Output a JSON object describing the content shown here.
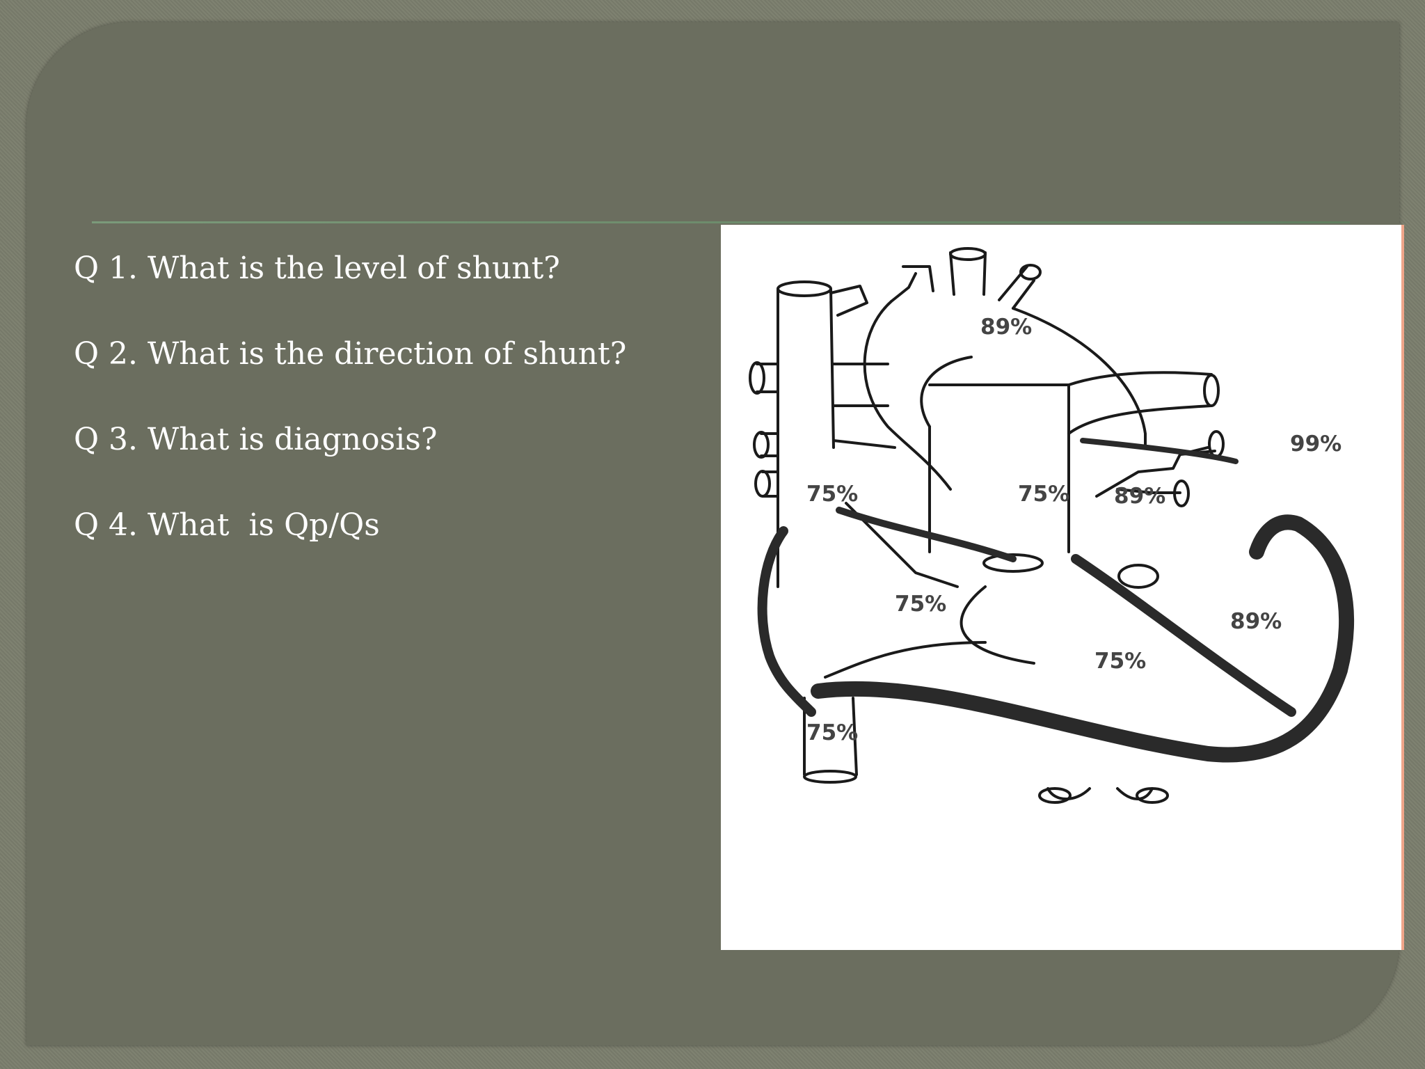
{
  "questions": [
    "Q 1. What is the level of shunt?",
    "Q 2. What is the direction of shunt?",
    "Q 3. What is diagnosis?",
    "Q 4. What  is Qp/Qs"
  ],
  "diagram": {
    "labels": {
      "aorta": "89%",
      "pulmonary_vein": "99%",
      "svc": "75%",
      "pulmonary_artery": "75%",
      "left_atrium": "89%",
      "right_atrium": "75%",
      "left_ventricle": "89%",
      "right_ventricle": "75%",
      "ivc": "75%"
    }
  },
  "colors": {
    "background": "#6b6e5f",
    "text": "#ffffff",
    "diagram_background": "#ffffff",
    "diagram_ink": "#1a1a1a"
  }
}
